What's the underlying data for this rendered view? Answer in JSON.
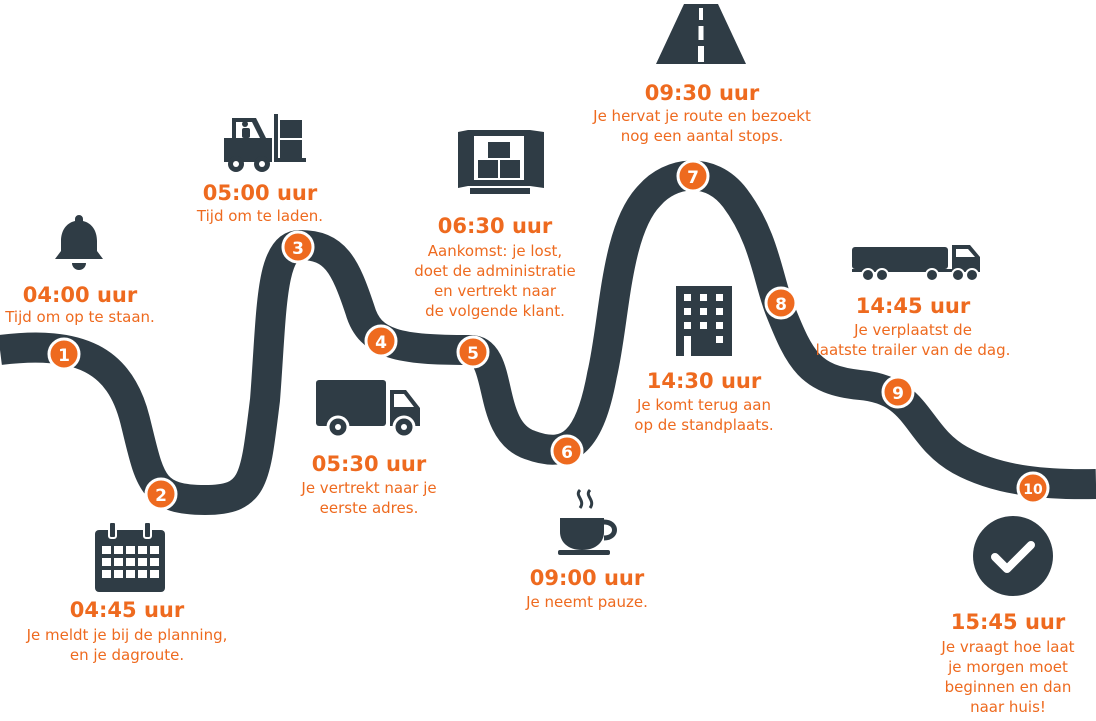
{
  "colors": {
    "road": "#2f3c45",
    "accent": "#ee6a1f",
    "icon": "#2f3c45",
    "road_edge": "#ffffff"
  },
  "steps": [
    {
      "number": "1",
      "time": "04:00 uur",
      "lines": [
        "Tijd om op te staan."
      ],
      "icon": "bell-icon"
    },
    {
      "number": "2",
      "time": "04:45 uur",
      "lines": [
        "Je meldt je bij de planning,",
        "en je dagroute."
      ],
      "icon": "calendar-icon"
    },
    {
      "number": "3",
      "time": "05:00 uur",
      "lines": [
        "Tijd om te laden."
      ],
      "icon": "forklift-icon"
    },
    {
      "number": "4",
      "time": "05:30 uur",
      "lines": [
        "Je vertrekt naar je",
        "eerste adres."
      ],
      "icon": "delivery-truck-icon"
    },
    {
      "number": "5",
      "time": "06:30 uur",
      "lines": [
        "Aankomst: je lost,",
        "doet de administratie",
        "en vertrekt naar",
        "de volgende klant."
      ],
      "icon": "trailer-boxes-icon"
    },
    {
      "number": "6",
      "time": "09:00 uur",
      "lines": [
        "Je neemt pauze."
      ],
      "icon": "coffee-cup-icon"
    },
    {
      "number": "7",
      "time": "09:30 uur",
      "lines": [
        "Je hervat je route en bezoekt",
        "nog een aantal stops."
      ],
      "icon": "road-icon"
    },
    {
      "number": "8",
      "time": "14:30 uur",
      "lines": [
        "Je komt terug aan",
        "op de standplaats."
      ],
      "icon": "building-icon"
    },
    {
      "number": "9",
      "time": "14:45 uur",
      "lines": [
        "Je verplaatst de",
        "laatste trailer van de dag."
      ],
      "icon": "semi-truck-icon"
    },
    {
      "number": "10",
      "time": "15:45 uur",
      "lines": [
        "Je vraagt hoe laat",
        "je morgen moet",
        "beginnen en dan",
        "naar huis!"
      ],
      "icon": "check-circle-icon"
    }
  ]
}
